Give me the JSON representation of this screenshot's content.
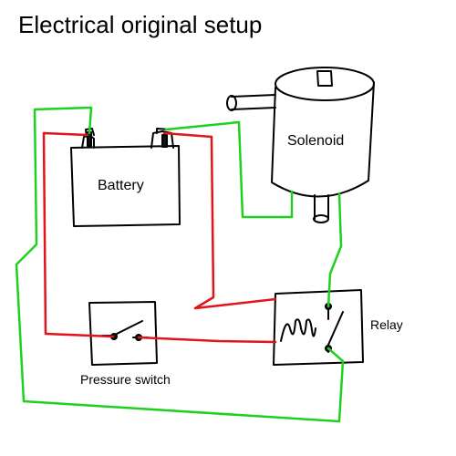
{
  "title": "Electrical original setup",
  "components": {
    "battery": "Battery",
    "solenoid": "Solenoid",
    "relay": "Relay",
    "pressure_switch": "Pressure switch"
  },
  "wire_colors": {
    "positive": "#e0141a",
    "ground": "#1fd11f"
  }
}
